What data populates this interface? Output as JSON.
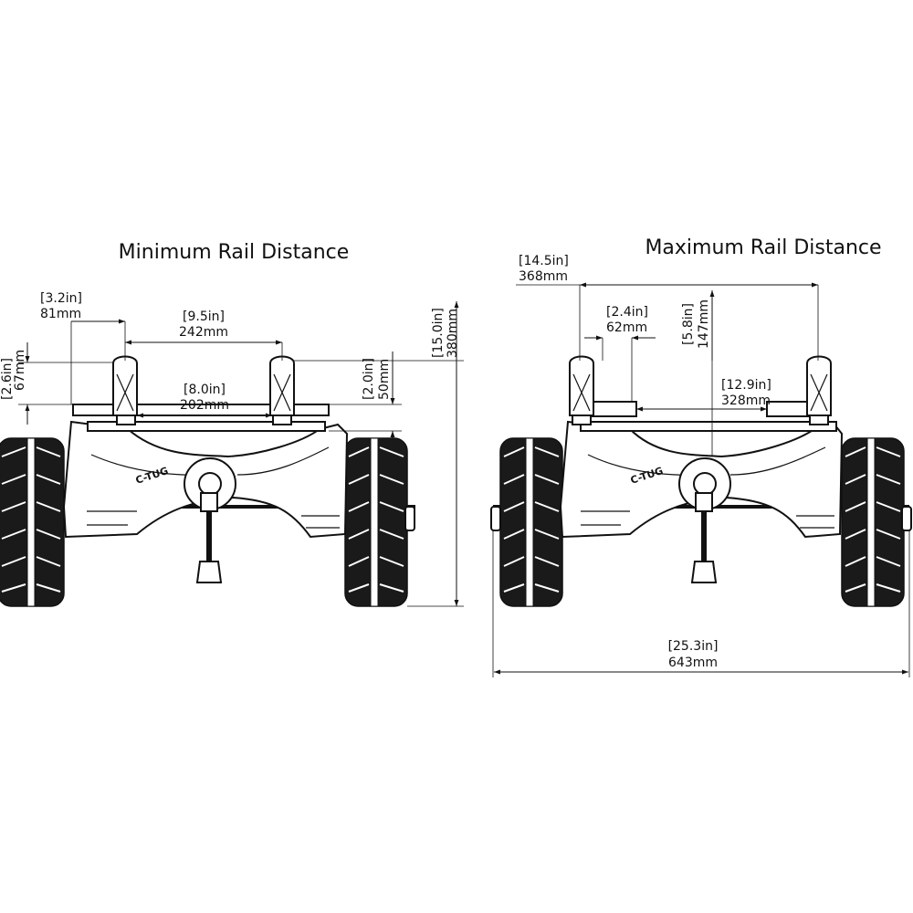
{
  "views": {
    "min": {
      "title": "Minimum Rail Distance",
      "dims": {
        "rail_center_in": "[3.2in]",
        "rail_center_mm": "81mm",
        "rail_gap_in": "[9.5in]",
        "rail_gap_mm": "242mm",
        "rail_height_in": "[2.6in]",
        "rail_height_mm": "67mm",
        "saddle_gap_in": "[8.0in]",
        "saddle_gap_mm": "202mm",
        "saddle_rise_in": "[2.0in]",
        "saddle_rise_mm": "50mm",
        "overall_height_in": "[15.0in]",
        "overall_height_mm": "380mm"
      }
    },
    "max": {
      "title": "Maximum Rail Distance",
      "dims": {
        "rail_span_in": "[14.5in]",
        "rail_span_mm": "368mm",
        "offset_in": "[2.4in]",
        "offset_mm": "62mm",
        "rail_height_in": "[5.8in]",
        "rail_height_mm": "147mm",
        "saddle_gap_in": "[12.9in]",
        "saddle_gap_mm": "328mm",
        "overall_width_in": "[25.3in]",
        "overall_width_mm": "643mm"
      }
    }
  },
  "branding": {
    "logo_text": "C-TUG"
  }
}
